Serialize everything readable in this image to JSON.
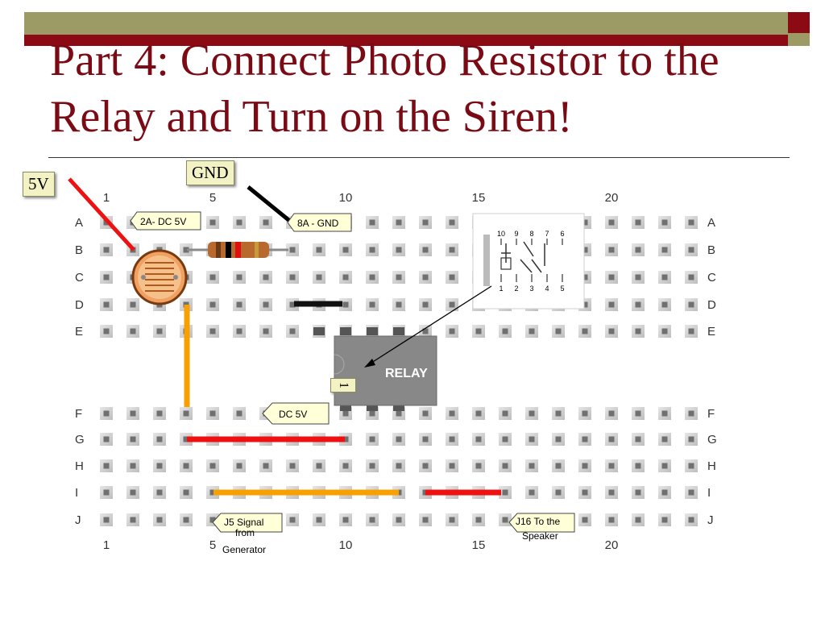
{
  "slide": {
    "title": "Part 4: Connect Photo Resistor to the Relay and Turn on the Siren!"
  },
  "callouts": {
    "v5": "5V",
    "gnd": "GND",
    "pin1": "1"
  },
  "breadboard": {
    "col_numbers": [
      "1",
      "5",
      "10",
      "15",
      "20"
    ],
    "row_letters_top": [
      "A",
      "B",
      "C",
      "D",
      "E"
    ],
    "row_letters_bottom": [
      "F",
      "G",
      "H",
      "I",
      "J"
    ],
    "labels": {
      "dc5v_top": "2A- DC 5V",
      "gnd": "8A - GND",
      "dc5v_mid": "DC 5V",
      "j5": [
        "J5 Signal",
        "from",
        "Generator"
      ],
      "j16": [
        "J16 To the",
        "Speaker"
      ]
    },
    "relay_label": "RELAY",
    "relay_pins_top": [
      "10",
      "9",
      "8",
      "7",
      "6"
    ],
    "relay_pins_bottom": [
      "1",
      "2",
      "3",
      "4",
      "5"
    ]
  },
  "colors": {
    "title": "#7a0a14",
    "accent_bar": "#9c9b65",
    "accent_line": "#8b0a14",
    "wire_red": "#ee1111",
    "wire_orange": "#f8a000",
    "wire_black": "#000000",
    "relay": "#888888"
  }
}
